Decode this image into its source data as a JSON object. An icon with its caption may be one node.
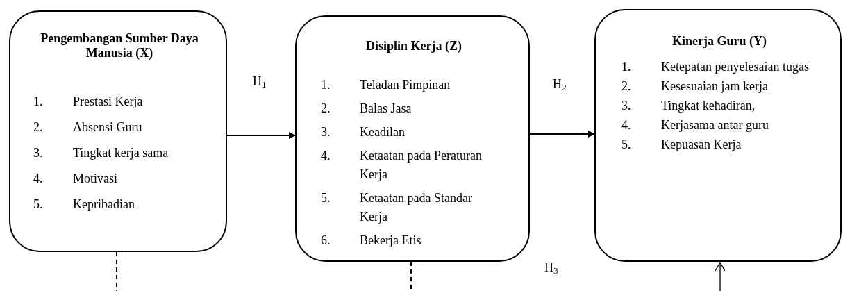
{
  "diagram": {
    "nodes": [
      {
        "text": [
          "Pengembangan Sumber Daya Manusia (X)",
          "1.",
          "Prestasi Kerja",
          "2.",
          "Absensi Guru",
          "3.",
          "Tingkat kerja sama",
          "4.",
          "Motivasi",
          "5.",
          "Kepribadian"
        ]
      },
      {
        "text": [
          "Disiplin Kerja (Z)",
          "1.",
          "Teladan Pimpinan",
          "2.",
          "Balas Jasa",
          "3.",
          "Keadilan",
          "4.",
          "Ketaatan pada Peraturan Kerja",
          "5.",
          "Ketaatan pada Standar Kerja",
          "6.",
          "Bekerja Etis"
        ]
      },
      {
        "text": [
          "Kinerja Guru (Y)",
          "1.",
          "Ketepatan penyelesaian tugas",
          "2.",
          "Kesesuaian jam kerja",
          "3.",
          "Tingkat kehadiran,",
          "4.",
          "Kerjasama antar guru",
          "5.",
          "Kepuasan Kerja"
        ]
      }
    ],
    "edges": [
      {
        "from": 0,
        "to": 1,
        "arrow": "to",
        "label": "H$_{1}$"
      },
      {
        "from": 1,
        "to": 2,
        "arrow": "to",
        "label": "H$_{2}$"
      },
      {
        "from": 0,
        "to": null,
        "arrow": "none",
        "style": "dashed"
      },
      {
        "from": 1,
        "to": null,
        "arrow": "none",
        "style": "dashed"
      },
      {
        "from": null,
        "to": 2,
        "arrow": "to"
      }
    ],
    "labels": [
      "H$_{3}$"
    ]
  }
}
